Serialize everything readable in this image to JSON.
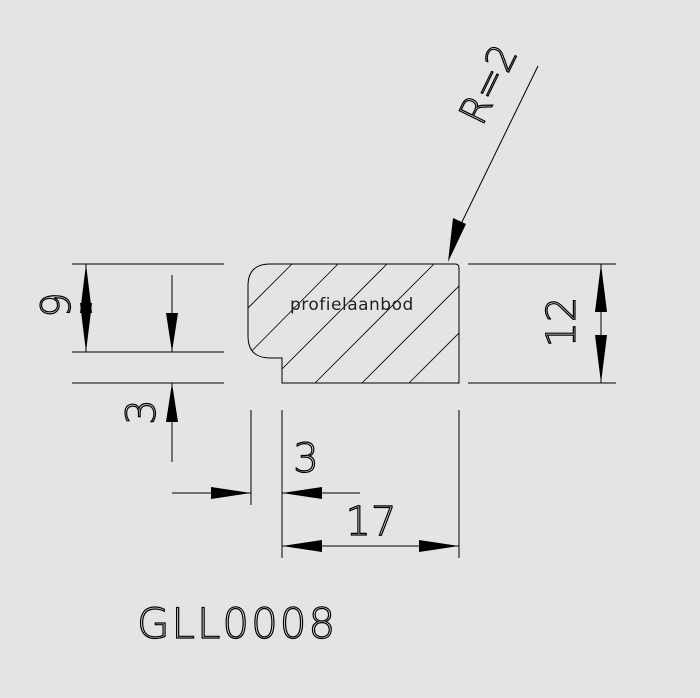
{
  "profile": {
    "watermark": "profielaanbod",
    "code": "GLL0008"
  },
  "dimensions": {
    "height_total": "12",
    "height_upper": "9",
    "height_lower": "3",
    "width_total": "17",
    "width_step": "3",
    "radius": "R=2"
  },
  "colors": {
    "background": "#e4e4e4",
    "line": "#000000"
  }
}
